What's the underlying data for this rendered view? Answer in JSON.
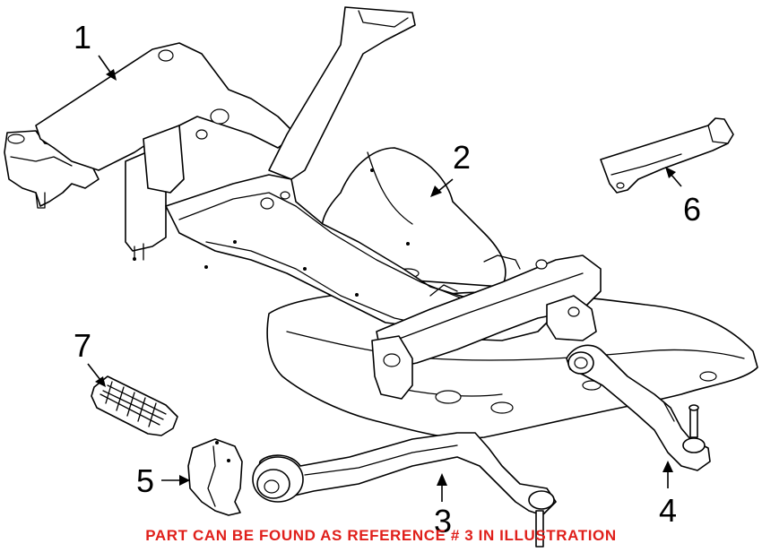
{
  "callouts": [
    {
      "id": "1",
      "label": "1"
    },
    {
      "id": "2",
      "label": "2"
    },
    {
      "id": "3",
      "label": "3"
    },
    {
      "id": "4",
      "label": "4"
    },
    {
      "id": "5",
      "label": "5"
    },
    {
      "id": "6",
      "label": "6"
    },
    {
      "id": "7",
      "label": "7"
    }
  ],
  "caption": "PART CAN BE FOUND AS REFERENCE # 3 IN ILLUSTRATION",
  "colors": {
    "caption": "#e0201b",
    "line": "#000000",
    "background": "#ffffff"
  }
}
